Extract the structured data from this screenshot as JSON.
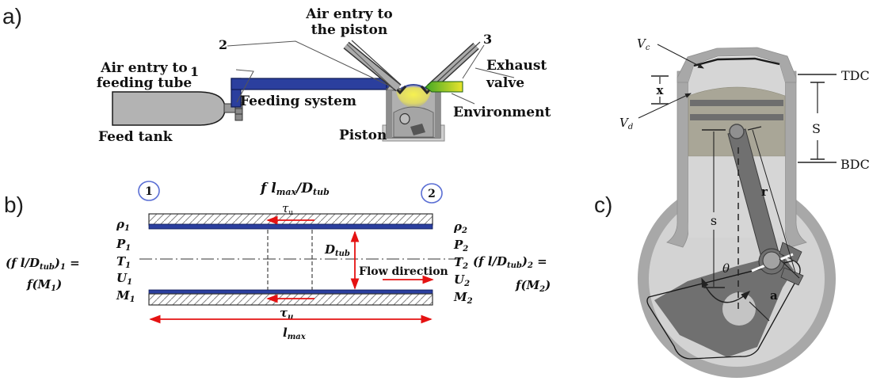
{
  "panels": {
    "a": "a)",
    "b": "b)",
    "c": "c)"
  },
  "a": {
    "air_entry_feeding_1": "Air entry to",
    "air_entry_feeding_2": "feeding tube",
    "feed_tank": "Feed tank",
    "marker_1": "1",
    "marker_2": "2",
    "marker_3": "3",
    "air_entry_piston_1": "Air entry to",
    "air_entry_piston_2": "the piston",
    "feeding_system": "Feeding system",
    "exhaust_1": "Exhaust",
    "exhaust_2": "valve",
    "environment": "Environment",
    "piston": "Piston"
  },
  "b": {
    "station_1": "1",
    "station_2": "2",
    "title": {
      "fl": "f l",
      "max": "max",
      "sd": "/D",
      "tub": "tub"
    },
    "tau_top": {
      "sym": "τ",
      "sub": "u"
    },
    "tau_bottom": {
      "sym": "τ",
      "sub": "u"
    },
    "left_stack": [
      {
        "sym": "ρ",
        "sub": "1"
      },
      {
        "sym": "P",
        "sub": "1"
      },
      {
        "sym": "T",
        "sub": "1"
      },
      {
        "sym": "U",
        "sub": "1"
      },
      {
        "sym": "M",
        "sub": "1"
      }
    ],
    "right_stack": [
      {
        "sym": "ρ",
        "sub": "2"
      },
      {
        "sym": "P",
        "sub": "2"
      },
      {
        "sym": "T",
        "sub": "2"
      },
      {
        "sym": "U",
        "sub": "2"
      },
      {
        "sym": "M",
        "sub": "2"
      }
    ],
    "left_formula": {
      "open": "(f l/D",
      "tub": "tub",
      "close": ")",
      "st": "1",
      "eq": " =",
      "f": "f(M",
      "sub": "1",
      "end": ")"
    },
    "right_formula": {
      "open": "(f l/D",
      "tub": "tub",
      "close": ")",
      "st": "2",
      "eq": " =",
      "f": "f(M",
      "sub": "2",
      "end": ")"
    },
    "d_tub": {
      "sym": "D",
      "sub": "tub"
    },
    "flow_direction": "Flow direction",
    "l_max": {
      "sym": "l",
      "sub": "max"
    }
  },
  "c": {
    "v_c": {
      "sym": "V",
      "sub": "c"
    },
    "v_d": {
      "sym": "V",
      "sub": "d"
    },
    "x": "x",
    "tdc": "TDC",
    "bdc": "BDC",
    "S": "S",
    "s": "s",
    "r": "r",
    "theta": "θ",
    "a": "a"
  },
  "colors": {
    "pipe_blue": "#2b3f9e",
    "arrow_red": "#e51212",
    "exhaust_green": "#43a824",
    "exhaust_yellow": "#e9e42c",
    "station_ring": "#5b6fd4",
    "metal_gray": "#b3b3b3",
    "dark_metal": "#707070"
  }
}
